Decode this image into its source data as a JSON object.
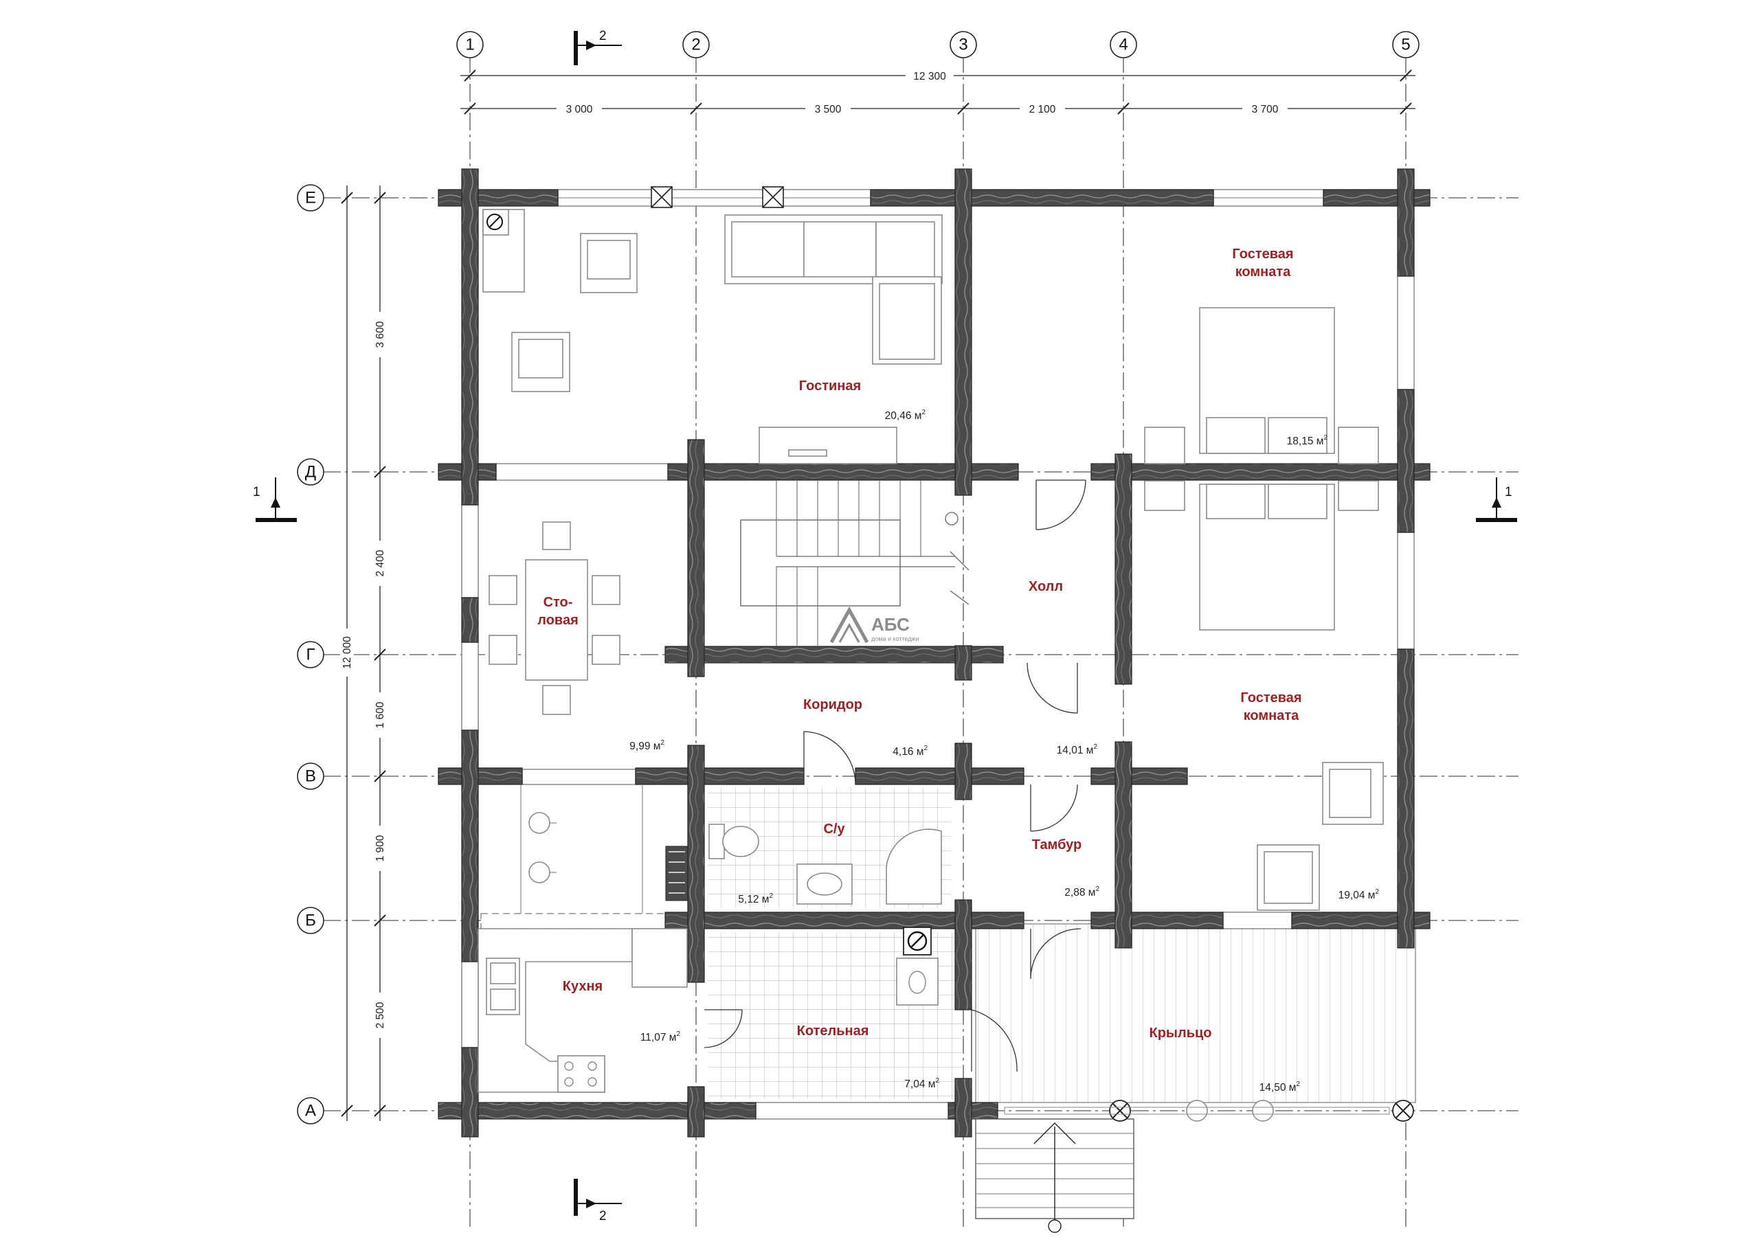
{
  "axes": {
    "columns": [
      "1",
      "2",
      "3",
      "4",
      "5"
    ],
    "rows": [
      "Е",
      "Д",
      "Г",
      "В",
      "Б",
      "А"
    ]
  },
  "dimensions": {
    "overall_width": "12 300",
    "width_segments": [
      "3 000",
      "3 500",
      "2 100",
      "3 700"
    ],
    "overall_height": "12 000",
    "height_segments": [
      "3 600",
      "2 400",
      "1 600",
      "1 900",
      "2 500"
    ]
  },
  "sections": {
    "cut1_label": "1",
    "cut2_label": "2"
  },
  "rooms": [
    {
      "name": "Гостиная",
      "area": "20,46 м"
    },
    {
      "name_line1": "Гостевая",
      "name_line2": "комната",
      "area": "18,15 м"
    },
    {
      "name_line1": "Сто-",
      "name_line2": "ловая",
      "area": "9,99 м"
    },
    {
      "name": "Холл",
      "area": "14,01 м"
    },
    {
      "name": "Коридор",
      "area": "4,16 м"
    },
    {
      "name_line1": "Гостевая",
      "name_line2": "комната",
      "area": "19,04 м"
    },
    {
      "name": "С/у",
      "area": "5,12 м"
    },
    {
      "name": "Тамбур",
      "area": "2,88 м"
    },
    {
      "name": "Кухня",
      "area": "11,07 м"
    },
    {
      "name": "Котельная",
      "area": "7,04 м"
    },
    {
      "name": "Крыльцо",
      "area": "14,50 м"
    }
  ],
  "area_unit_exponent": "2",
  "logo": {
    "title": "АБС",
    "subtitle": "дома и коттеджи"
  },
  "colors": {
    "room_label": "#a31f1f",
    "wall_fill": "#4b4b4b",
    "wall_grain": "#8d8d8d"
  }
}
